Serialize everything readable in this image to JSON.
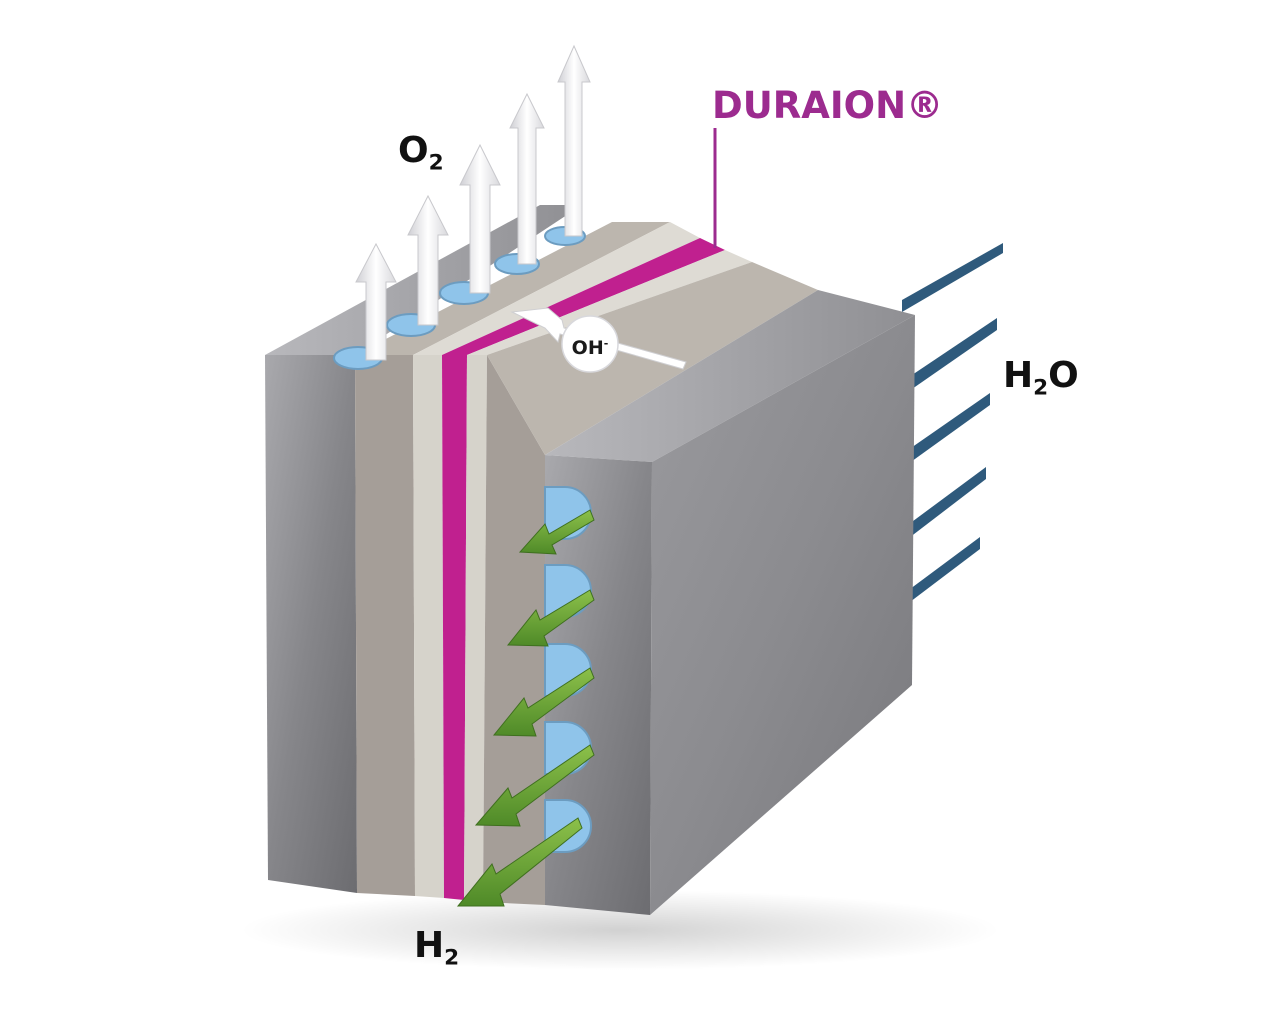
{
  "labels": {
    "oxygen": {
      "main": "O",
      "sub": "2"
    },
    "hydrogen": {
      "main": "H",
      "sub": "2"
    },
    "water": {
      "pre": "H",
      "sub": "2",
      "post": "O"
    },
    "membrane": "DURAION®",
    "hydroxide": {
      "main": "OH",
      "sup": "-"
    }
  },
  "colors": {
    "membrane": "#c0208f",
    "membrane_text": "#9c2b8f",
    "water_lines": "#2f5a7c",
    "h2_arrows": "#6aa332",
    "o2_arrows": "#f2f2f4",
    "metal": "#8a8a8e",
    "separator": "#a59e98",
    "gasket": "#d6d3cb",
    "channel": "#8fc4ea"
  },
  "icons": [
    "o2-up-arrow",
    "h2-out-arrow",
    "oh-ion-arrow",
    "water-inlet-line"
  ]
}
